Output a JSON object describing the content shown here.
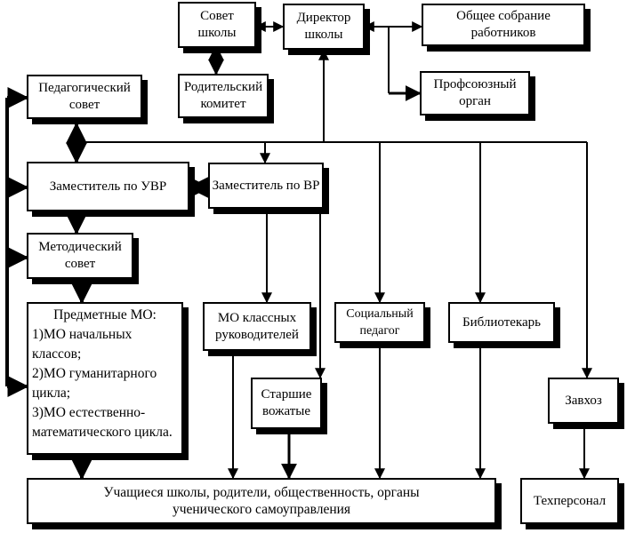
{
  "boxes": {
    "sovet_shkoly": "Совет школы",
    "direktor": "Директор школы",
    "sobranie": "Общее собрание работников",
    "roditelsky_komitet": "Родительский комитет",
    "profsoyuz": "Профсоюзный орган",
    "ped_sovet": "Педагогический совет",
    "zam_uvr": "Заместитель по УВР",
    "zam_vr": "Заместитель по ВР",
    "metod_sovet": "Методический совет",
    "predmetnye_mo": {
      "title": "Предметные МО:",
      "item1": "1)МО начальных классов;",
      "item2": "2)МО гуманитарного цикла;",
      "item3": "3)МО естественно-математического цикла."
    },
    "mo_klassnyh": "МО классных руководителей",
    "starshie_vozhatye": "Старшие вожатые",
    "soc_pedagog": "Социальный педагог",
    "bibliotekar": "Библиотекарь",
    "zavhoz": "Завхоз",
    "uchaschiesya": "Учащиеся школы, родители, общественность, органы ученического самоуправления",
    "tehpersonal": "Техперсонал"
  }
}
